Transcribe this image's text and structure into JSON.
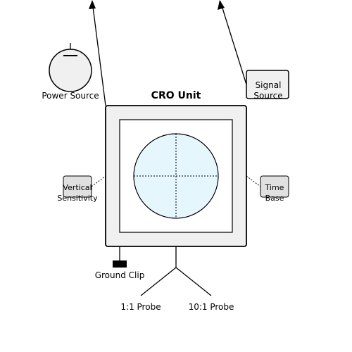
{
  "diagram": {
    "title": "CRO Unit",
    "power_source": "Power Source",
    "signal_source_line1": "Signal",
    "signal_source_line2": "Source",
    "vertical_line1": "Vertical",
    "vertical_line2": "Sensitivity",
    "time_line1": "Time",
    "time_line2": "Base",
    "ground_clip": "Ground Clip",
    "probe_1x": "1:1 Probe",
    "probe_10x": "10:1 Probe"
  },
  "colors": {
    "unit_fill": "#f0f0f0",
    "screen_fill": "#e6f6fd",
    "knob_fill": "#e0e0e0",
    "outline": "#000000"
  }
}
